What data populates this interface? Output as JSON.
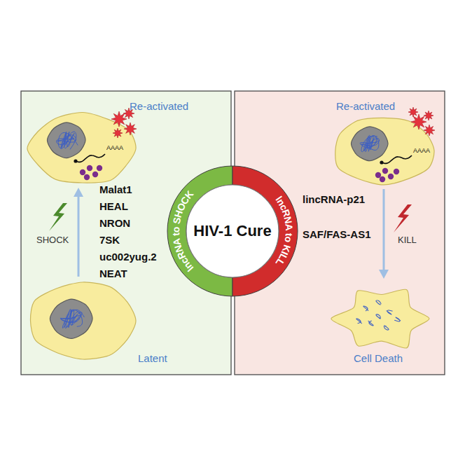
{
  "diagram": {
    "nodes": [
      {
        "text": [
          "Re-activated",
          "Malat1",
          "HEAL",
          "NRON",
          "7SK",
          "uc002yug.2",
          "NEAT",
          "SHOCK",
          "Latent"
        ]
      },
      {
        "text": [
          "lncRNA to SHOCK",
          "HIV-1 Cure",
          "lncRNA to KILL"
        ]
      },
      {
        "text": [
          "Re-activated",
          "lincRNA-p21",
          "SAF/FAS-AS1",
          "KILL",
          "Cell Death"
        ]
      }
    ],
    "labels": [
      "AAAA",
      "AAAA"
    ]
  }
}
